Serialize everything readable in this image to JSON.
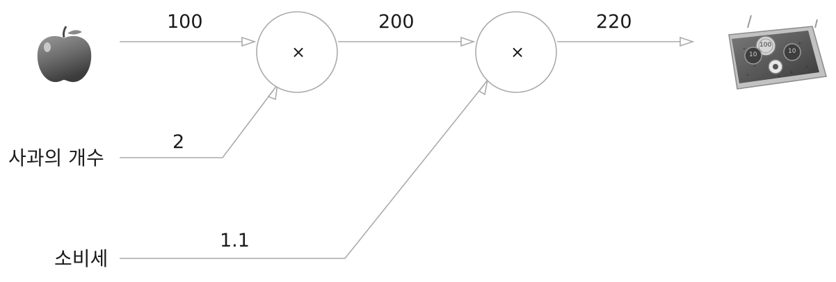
{
  "inputs": {
    "apple_count_label": "사과의 개수",
    "tax_label": "소비세"
  },
  "values": {
    "apple_price": "100",
    "apple_count": "2",
    "tax": "1.1",
    "subtotal": "200",
    "total": "220"
  },
  "nodes": {
    "multiply_1": "×",
    "multiply_2": "×"
  },
  "tray": {
    "coin_100": "100",
    "coin_10a": "10",
    "coin_10b": "10"
  },
  "colors": {
    "edge": "#aaaaaa",
    "node_stroke": "#aaaaaa",
    "text": "#1a1a1a"
  },
  "icons": {
    "input_item": "apple-icon",
    "output_item": "coin-tray-icon"
  }
}
